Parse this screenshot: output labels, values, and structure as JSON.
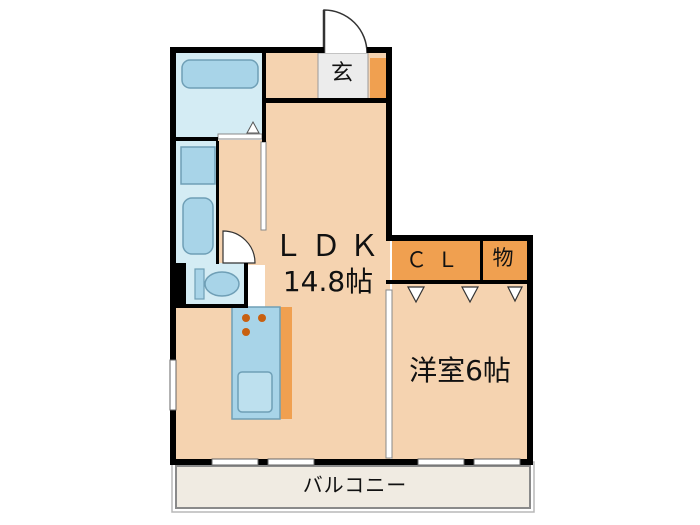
{
  "rooms": {
    "ldk": {
      "name": "ＬＤＫ",
      "size": "14.8帖"
    },
    "western_room": {
      "name": "洋室6帖"
    },
    "entrance": {
      "name": "玄"
    },
    "closet": {
      "name": "ＣＬ"
    },
    "storage": {
      "name": "物"
    },
    "balcony": {
      "name": "バルコニー"
    }
  },
  "colors": {
    "floor": "#f5d3b0",
    "accent": "#f0a050",
    "wet_area": "#d4ecf4",
    "fixture": "#a8d4e8",
    "wall": "#000000",
    "balcony": "#f0ebe2"
  }
}
